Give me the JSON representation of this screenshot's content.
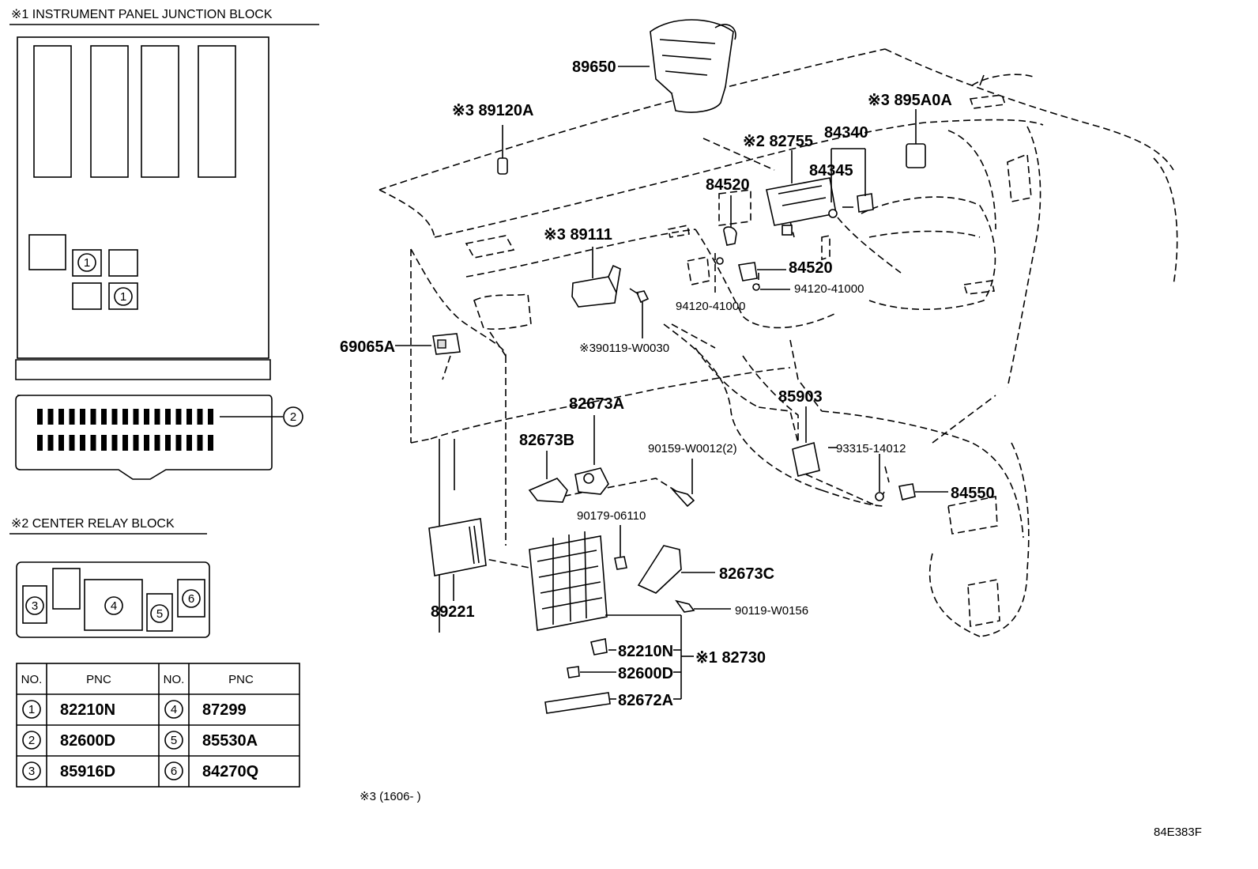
{
  "legend": {
    "jb_title": "※1 INSTRUMENT PANEL JUNCTION BLOCK",
    "crb_title": "※2 CENTER RELAY BLOCK",
    "footnote": "※3 (1606-        )",
    "code": "84E383F"
  },
  "markers": {
    "m1": "1",
    "m2": "2",
    "m3": "3",
    "m4": "4",
    "m5": "5",
    "m6": "6"
  },
  "table": {
    "headers": [
      "NO.",
      "PNC",
      "NO.",
      "PNC"
    ],
    "rows": [
      {
        "no_a": "1",
        "pnc_a": "82210N",
        "no_b": "4",
        "pnc_b": "87299"
      },
      {
        "no_a": "2",
        "pnc_a": "82600D",
        "no_b": "5",
        "pnc_b": "85530A"
      },
      {
        "no_a": "3",
        "pnc_a": "85916D",
        "no_b": "6",
        "pnc_b": "84270Q"
      }
    ]
  },
  "parts": {
    "p89650": "89650",
    "p89120A": "※3 89120A",
    "p895A0A": "※3 895A0A",
    "p82755": "※2 82755",
    "p84340": "84340",
    "p84345": "84345",
    "p84520a": "84520",
    "p84520b": "84520",
    "p89111": "※3 89111",
    "p94120a": "94120-41000",
    "p94120b": "94120-41000",
    "p69065A": "69065A",
    "p90119a": "※390119-W0030",
    "p82673A": "82673A",
    "p82673B": "82673B",
    "p85903": "85903",
    "p90159": "90159-W0012(2)",
    "p93315": "93315-14012",
    "p84550": "84550",
    "p90179": "90179-06110",
    "p82673C": "82673C",
    "p90119b": "90119-W0156",
    "p89221": "89221",
    "p82210N": "82210N",
    "p82730": "※1 82730",
    "p82600D": "82600D",
    "p82672A": "82672A"
  }
}
